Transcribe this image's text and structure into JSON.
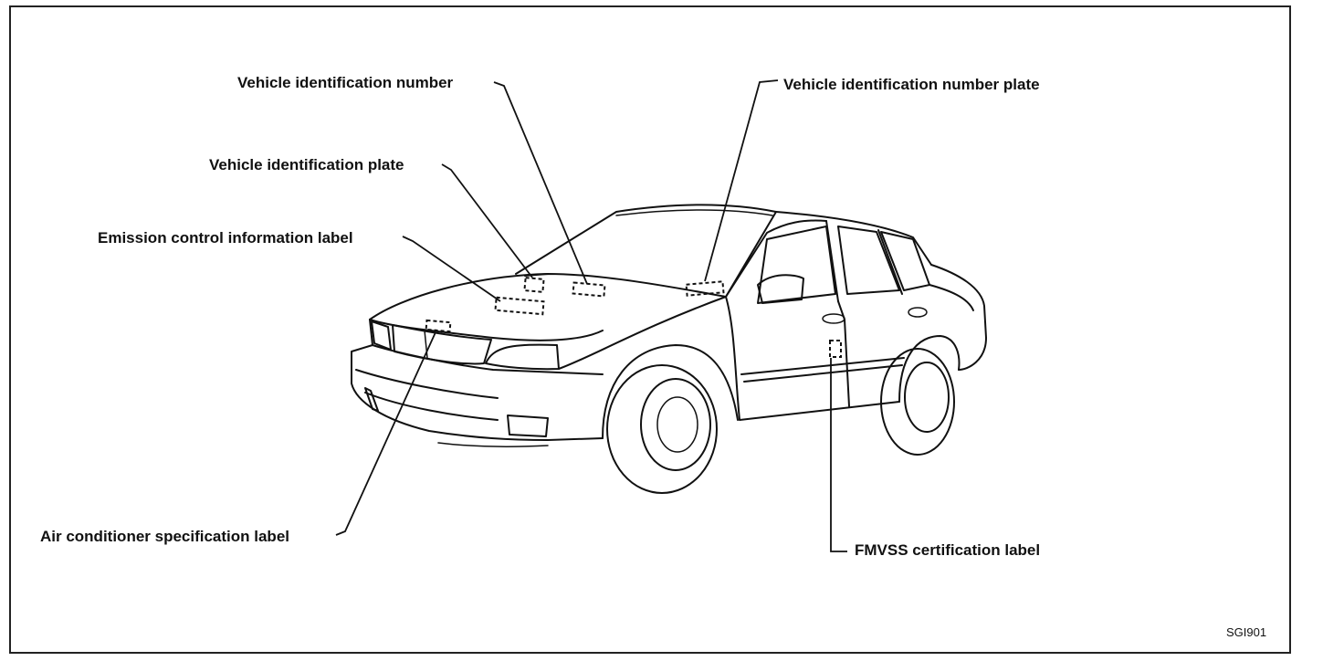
{
  "callouts": {
    "vin": "Vehicle identification number",
    "vin_plate": "Vehicle identification number plate",
    "vehicle_id_plate": "Vehicle identification plate",
    "emission_label": "Emission control information label",
    "ac_label": "Air conditioner specification label",
    "fmvss_label": "FMVSS certification label"
  },
  "figure_code": "SGI901"
}
